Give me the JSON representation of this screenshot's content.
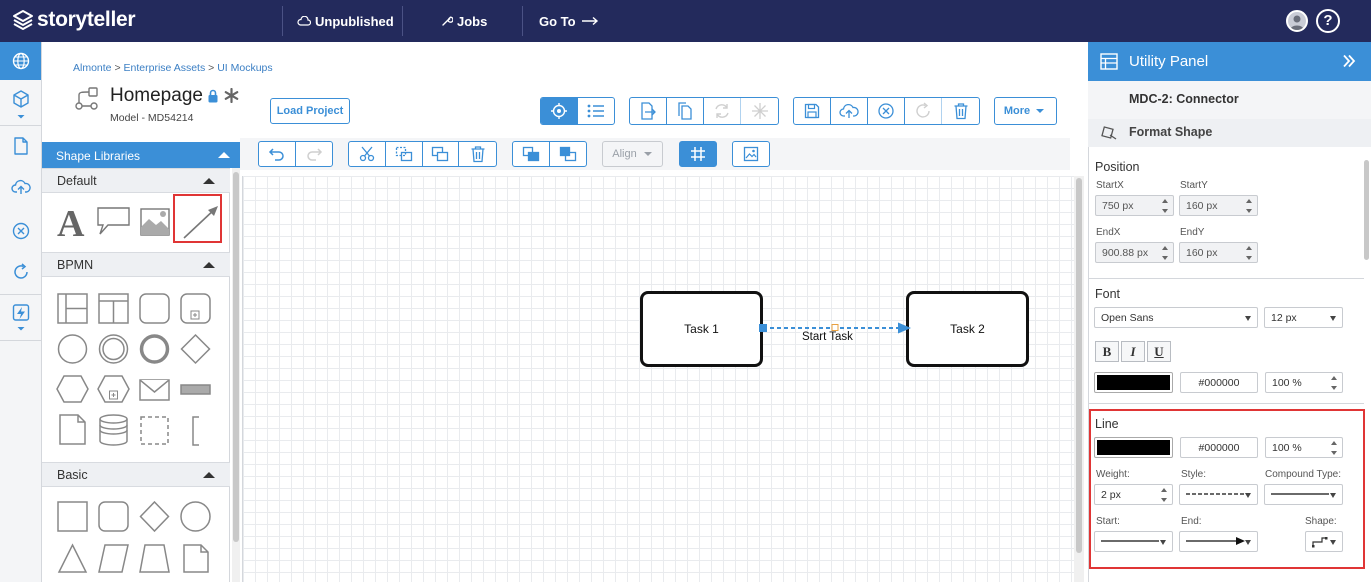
{
  "app": {
    "logo_text": "storyteller"
  },
  "topbar": {
    "unpublished_label": "Unpublished",
    "jobs_label": "Jobs",
    "goto_label": "Go To",
    "help_label": "?"
  },
  "header": {
    "breadcrumb": [
      "Almonte",
      "Enterprise Assets",
      "UI Mockups"
    ],
    "breadcrumb_separator": ">",
    "title": "Homepage",
    "model_id": "Model - MD54214",
    "load_project_label": "Load Project",
    "more_label": "More"
  },
  "toolbar": {
    "align_label": "Align"
  },
  "shape_library": {
    "title": "Shape Libraries",
    "sections": [
      {
        "name": "Default"
      },
      {
        "name": "BPMN"
      },
      {
        "name": "Basic"
      }
    ]
  },
  "canvas": {
    "tasks": [
      {
        "label": "Task 1"
      },
      {
        "label": "Task 2"
      }
    ],
    "connector_label": "Start Task"
  },
  "utility_panel": {
    "title": "Utility Panel",
    "selected_item": "MDC-2: Connector",
    "format_shape_label": "Format Shape",
    "position": {
      "label": "Position",
      "start_x_label": "StartX",
      "start_x": "750 px",
      "start_y_label": "StartY",
      "start_y": "160 px",
      "end_x_label": "EndX",
      "end_x": "900.88 px",
      "end_y_label": "EndY",
      "end_y": "160 px"
    },
    "font": {
      "label": "Font",
      "family": "Open Sans",
      "size": "12 px",
      "bold_label": "B",
      "italic_label": "I",
      "underline_label": "U",
      "color_hex": "#000000",
      "opacity": "100 %"
    },
    "line": {
      "label": "Line",
      "color_hex": "#000000",
      "opacity": "100 %",
      "weight_label": "Weight:",
      "weight": "2 px",
      "style_label": "Style:",
      "compound_type_label": "Compound Type:",
      "start_label": "Start:",
      "end_label": "End:",
      "shape_label": "Shape:"
    }
  },
  "colors": {
    "topbar": "#232a5c",
    "accent": "#3b8fd7",
    "highlight": "#e03535",
    "connector": "#3b8fd7"
  }
}
